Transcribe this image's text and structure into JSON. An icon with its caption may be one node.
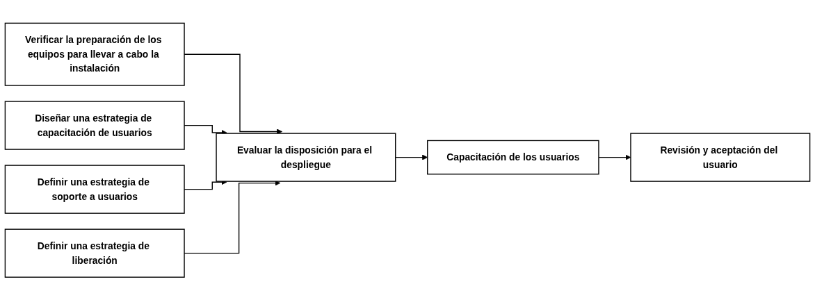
{
  "diagram": {
    "nodes": [
      {
        "text": [
          "Verificar la preparación de los equipos para llevar a cabo la instalación"
        ]
      },
      {
        "text": [
          "Diseñar una estrategia de capacitación de usuarios"
        ]
      },
      {
        "text": [
          "Definir una estrategia de soporte a usuarios"
        ]
      },
      {
        "text": [
          "Definir una estrategia de liberación"
        ]
      },
      {
        "text": [
          "Evaluar la disposición para el despliegue"
        ]
      },
      {
        "text": [
          "Capacitación de los usuarios"
        ]
      },
      {
        "text": [
          "Revisión y aceptación del usuario"
        ]
      }
    ],
    "edges": [
      {
        "from": 0,
        "to": 4,
        "arrow": "to"
      },
      {
        "from": 1,
        "to": 4,
        "arrow": "to"
      },
      {
        "from": 2,
        "to": 4,
        "arrow": "to"
      },
      {
        "from": 3,
        "to": 4,
        "arrow": "to"
      },
      {
        "from": 4,
        "to": 5,
        "arrow": "to"
      },
      {
        "from": 5,
        "to": 6,
        "arrow": "to"
      }
    ]
  }
}
